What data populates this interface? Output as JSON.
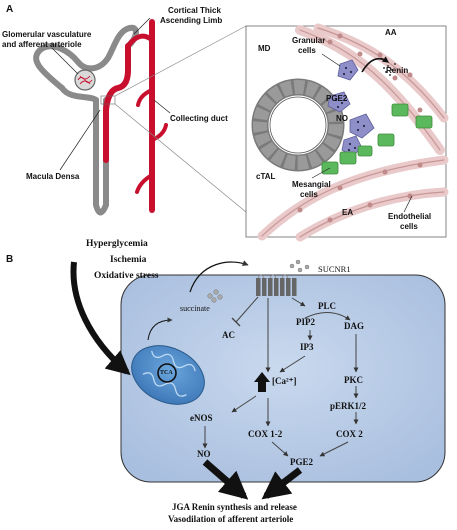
{
  "panel_a": {
    "letter": "A",
    "nephron": {
      "glomerular_label_line1": "Glomerular vasculature",
      "glomerular_label_line2": "and afferent arteriole",
      "thick_limb_line1": "Cortical Thick",
      "thick_limb_line2": "Ascending Limb",
      "collecting_duct": "Collecting duct",
      "macula_densa": "Macula Densa"
    },
    "zoom": {
      "aa": "AA",
      "md": "MD",
      "granular_line1": "Granular",
      "granular_line2": "cells",
      "renin": "Renin",
      "pge2": "PGE2",
      "no": "NO",
      "ctal": "cTAL",
      "mesangial_line1": "Mesangial",
      "mesangial_line2": "cells",
      "ea": "EA",
      "endothelial_line1": "Endothelial",
      "endothelial_line2": "cells"
    }
  },
  "panel_b": {
    "letter": "B",
    "stimuli": [
      "Hyperglycemia",
      "Ischemia",
      "Oxidative stress"
    ],
    "receptor": "SUCNR1",
    "succinate": "succinate",
    "tca": "TCA",
    "nodes": {
      "ac": "AC",
      "plc": "PLC",
      "pip2": "PIP2",
      "dag": "DAG",
      "ip3": "IP3",
      "ca": "[Ca²⁺]",
      "pkc": "PKC",
      "perk": "pERK1/2",
      "enos": "eNOS",
      "cox12": "COX 1-2",
      "cox2": "COX 2",
      "no": "NO",
      "pge2": "PGE2"
    },
    "outcome_line1": "JGA Renin synthesis and release",
    "outcome_line2": "Vasodilation of afferent arteriole"
  },
  "colors": {
    "tubule_red": "#c8102e",
    "tubule_gray": "#8a8a8a",
    "cell_fill": "#b7cbe6",
    "mito_fill": "#4f8fcf",
    "mesangial_green": "#5cb85c",
    "vessel_pink": "#d9a7a7",
    "granular_purple": "#8e8ec8"
  }
}
